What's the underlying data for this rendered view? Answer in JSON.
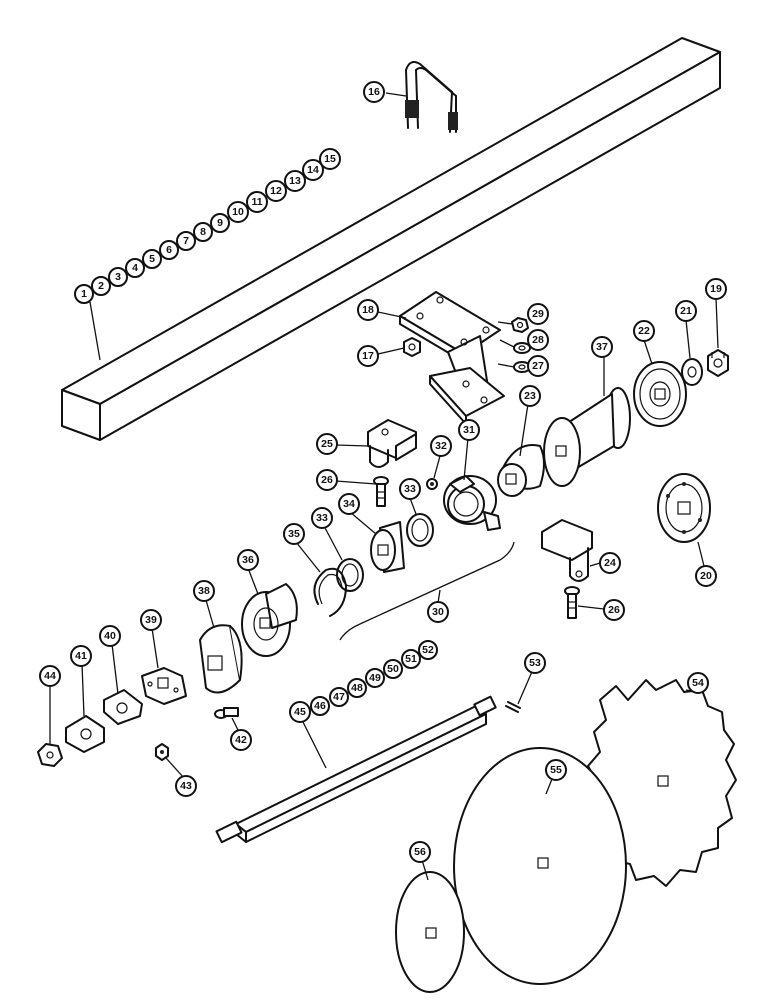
{
  "callouts": [
    {
      "id": "c1",
      "label": "1"
    },
    {
      "id": "c2",
      "label": "2"
    },
    {
      "id": "c3",
      "label": "3"
    },
    {
      "id": "c4",
      "label": "4"
    },
    {
      "id": "c5",
      "label": "5"
    },
    {
      "id": "c6",
      "label": "6"
    },
    {
      "id": "c7",
      "label": "7"
    },
    {
      "id": "c8",
      "label": "8"
    },
    {
      "id": "c9",
      "label": "9"
    },
    {
      "id": "c10",
      "label": "10"
    },
    {
      "id": "c11",
      "label": "11"
    },
    {
      "id": "c12",
      "label": "12"
    },
    {
      "id": "c13",
      "label": "13"
    },
    {
      "id": "c14",
      "label": "14"
    },
    {
      "id": "c15",
      "label": "15"
    },
    {
      "id": "c16",
      "label": "16"
    },
    {
      "id": "c17",
      "label": "17"
    },
    {
      "id": "c18",
      "label": "18"
    },
    {
      "id": "c19",
      "label": "19"
    },
    {
      "id": "c20",
      "label": "20"
    },
    {
      "id": "c21",
      "label": "21"
    },
    {
      "id": "c22",
      "label": "22"
    },
    {
      "id": "c23",
      "label": "23"
    },
    {
      "id": "c24",
      "label": "24"
    },
    {
      "id": "c25",
      "label": "25"
    },
    {
      "id": "c26a",
      "label": "26"
    },
    {
      "id": "c26b",
      "label": "26"
    },
    {
      "id": "c27",
      "label": "27"
    },
    {
      "id": "c28",
      "label": "28"
    },
    {
      "id": "c29",
      "label": "29"
    },
    {
      "id": "c30",
      "label": "30"
    },
    {
      "id": "c31",
      "label": "31"
    },
    {
      "id": "c32",
      "label": "32"
    },
    {
      "id": "c33a",
      "label": "33"
    },
    {
      "id": "c33b",
      "label": "33"
    },
    {
      "id": "c34",
      "label": "34"
    },
    {
      "id": "c35",
      "label": "35"
    },
    {
      "id": "c36",
      "label": "36"
    },
    {
      "id": "c37",
      "label": "37"
    },
    {
      "id": "c38",
      "label": "38"
    },
    {
      "id": "c39",
      "label": "39"
    },
    {
      "id": "c40",
      "label": "40"
    },
    {
      "id": "c41",
      "label": "41"
    },
    {
      "id": "c42",
      "label": "42"
    },
    {
      "id": "c43",
      "label": "43"
    },
    {
      "id": "c44",
      "label": "44"
    },
    {
      "id": "c45",
      "label": "45"
    },
    {
      "id": "c46",
      "label": "46"
    },
    {
      "id": "c47",
      "label": "47"
    },
    {
      "id": "c48",
      "label": "48"
    },
    {
      "id": "c49",
      "label": "49"
    },
    {
      "id": "c50",
      "label": "50"
    },
    {
      "id": "c51",
      "label": "51"
    },
    {
      "id": "c52",
      "label": "52"
    },
    {
      "id": "c53",
      "label": "53"
    },
    {
      "id": "c54",
      "label": "54"
    },
    {
      "id": "c55",
      "label": "55"
    },
    {
      "id": "c56",
      "label": "56"
    }
  ]
}
